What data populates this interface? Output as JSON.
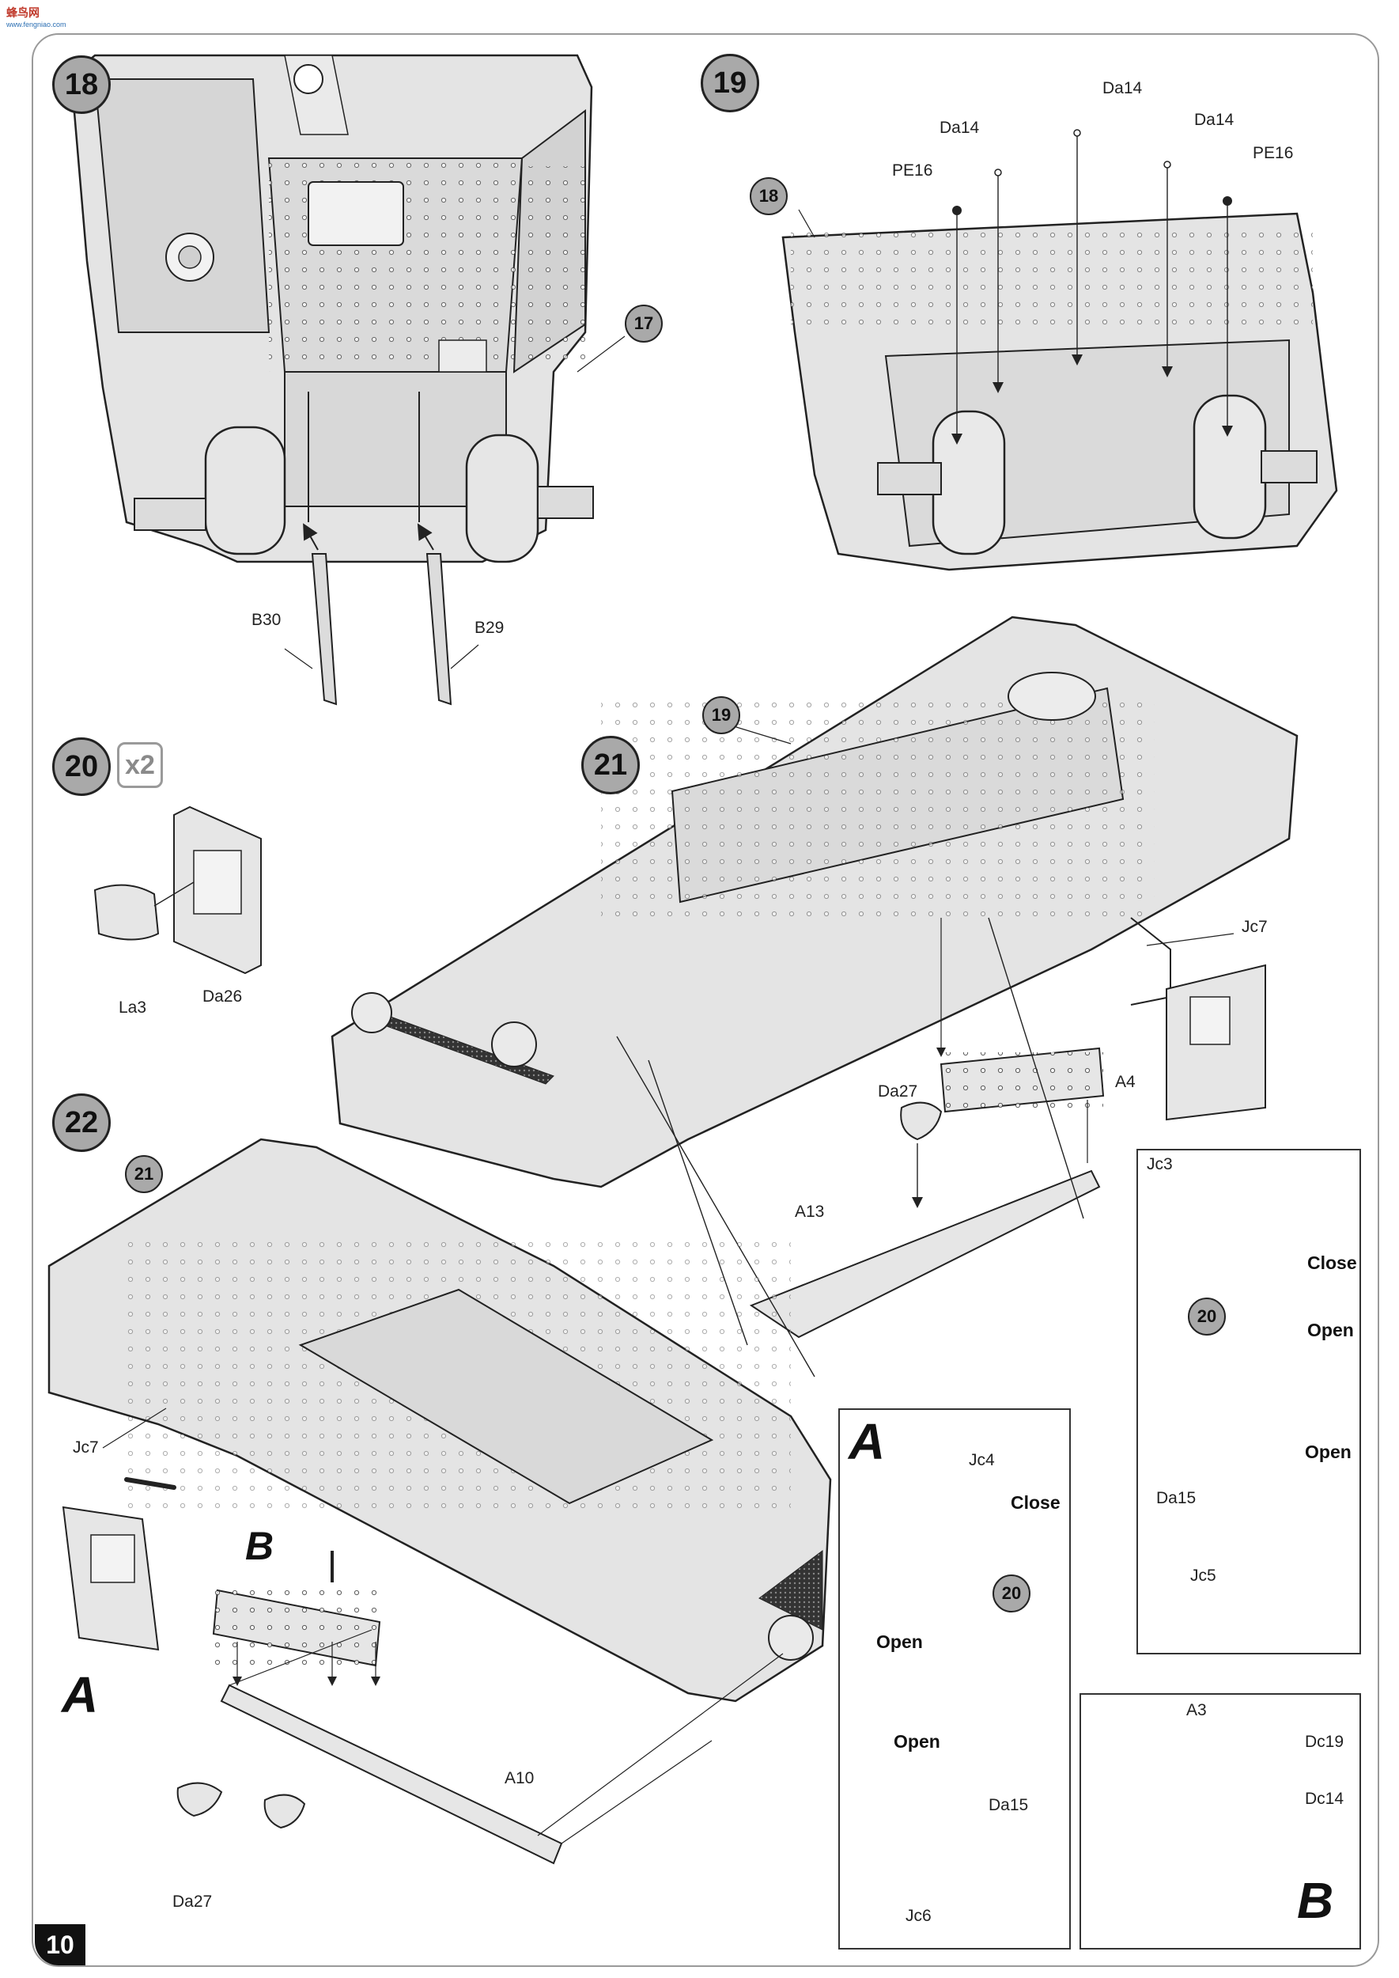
{
  "logo": {
    "text": "蜂鸟网",
    "url_text": "www.fengniao.com"
  },
  "page_number": "10",
  "steps": {
    "s18": "18",
    "s19": "19",
    "s20": "20",
    "s21": "21",
    "s22": "22",
    "multiplier": "x2"
  },
  "refs": {
    "r17": "17",
    "r18": "18",
    "r19": "19",
    "r20a": "20",
    "r20b": "20",
    "r21": "21"
  },
  "parts": {
    "b30": "B30",
    "b29": "B29",
    "da14_a": "Da14",
    "da14_b": "Da14",
    "da14_c": "Da14",
    "pe16_a": "PE16",
    "pe16_b": "PE16",
    "da26": "Da26",
    "la3": "La3",
    "jc7_a": "Jc7",
    "jc7_b": "Jc7",
    "a4": "A4",
    "da27_a": "Da27",
    "a13": "A13",
    "jc3": "Jc3",
    "da15_a": "Da15",
    "jc5": "Jc5",
    "jc4": "Jc4",
    "da15_b": "Da15",
    "jc6": "Jc6",
    "a3": "A3",
    "dc19": "Dc19",
    "dc14": "Dc14",
    "a10": "A10",
    "da27_b": "Da27"
  },
  "detail_boxes": {
    "close_1": "Close",
    "open_1": "Open",
    "open_2": "Open",
    "close_2": "Close",
    "open_3": "Open",
    "open_4": "Open"
  },
  "letters": {
    "a1": "A",
    "a2": "A",
    "b1": "B",
    "b2": "B"
  },
  "colors": {
    "badge_fill": "#a9a9a9",
    "part_fill": "#e4e4e4",
    "line": "#222222"
  }
}
